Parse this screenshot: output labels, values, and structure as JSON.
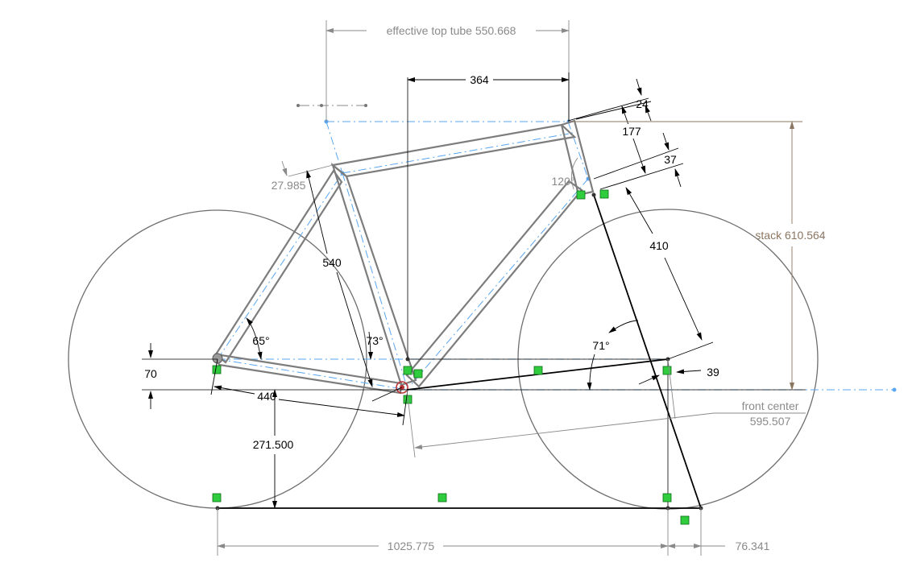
{
  "dimensions": {
    "effective_top_tube": "effective top tube 550.668",
    "reach": "364",
    "head_top_offset": "24",
    "head_tube_length": "177",
    "head_tube_diameter": "37",
    "seat_top_diameter": "27.985",
    "head_angle_ref": "120°",
    "stack": "stack 610.564",
    "fork_length": "410",
    "seat_tube_length": "540",
    "seat_stay_angle": "65°",
    "seat_tube_angle": "73°",
    "head_tube_angle": "71°",
    "bb_drop": "70",
    "chainstay": "440",
    "fork_offset": "39",
    "front_center": "front center\n595.507",
    "bb_height": "271.500",
    "wheelbase": "1025.775",
    "trail": "76.341"
  },
  "colors": {
    "construction_line": "#5aa6f0",
    "relation_marker": "#2fcc3d",
    "driven_dimension": "#8a8a8a",
    "stack_dimension": "#8a7560"
  }
}
